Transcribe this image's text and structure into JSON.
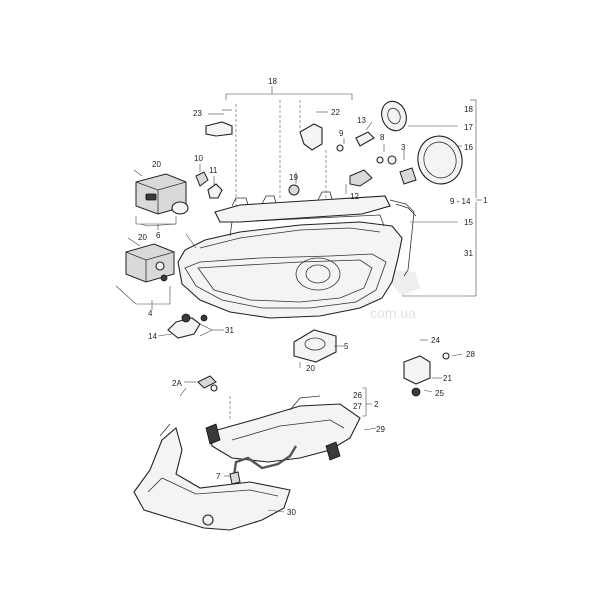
{
  "watermark": {
    "text": "com.ua"
  },
  "callouts": {
    "c1": "1",
    "c2": "2",
    "c2a": "2A",
    "c3": "3",
    "c4": "4",
    "c5": "5",
    "c6": "6",
    "c7": "7",
    "c8": "8",
    "c9": "9",
    "c9_14": "9 - 14",
    "c10": "10",
    "c11": "11",
    "c12": "12",
    "c13": "13",
    "c14": "14",
    "c15": "15",
    "c16": "16",
    "c17": "17",
    "c18_top": "18",
    "c18_right": "18",
    "c19": "19",
    "c20_a": "20",
    "c20_b": "20",
    "c20_c": "20",
    "c21": "21",
    "c22": "22",
    "c23": "23",
    "c24": "24",
    "c25": "25",
    "c26": "26",
    "c27": "27",
    "c28": "28",
    "c29": "29",
    "c30": "30",
    "c31_left": "31",
    "c31_right": "31"
  }
}
